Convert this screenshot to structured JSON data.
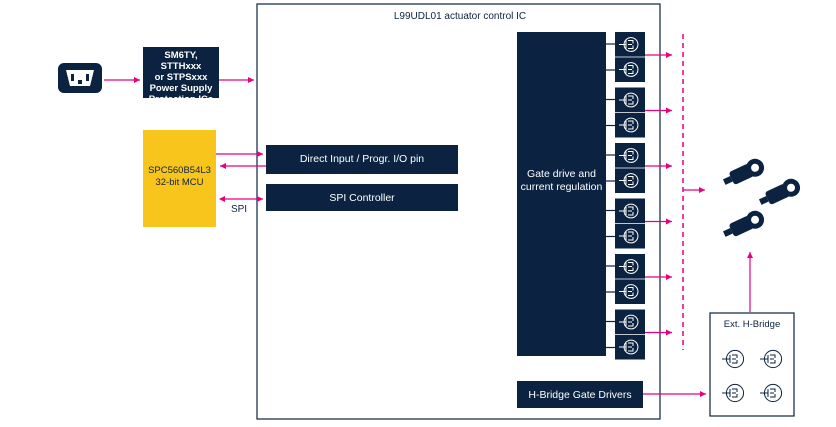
{
  "ic": {
    "title": "L99UDL01 actuator control IC"
  },
  "protection": {
    "lines": [
      "SM6TY, STTHxxx",
      "or STPSxxx",
      "Power Supply",
      "Protection ICs"
    ]
  },
  "mcu": {
    "lines": [
      "SPC560B54L3",
      "32-bit MCU"
    ]
  },
  "spi_label": "SPI",
  "blocks": {
    "direct_input": "Direct Input / Progr. I/O pin",
    "spi_controller": "SPI Controller",
    "gate_drive": [
      "Gate drive and",
      "current regulation"
    ],
    "hbridge_drivers": "H-Bridge Gate Drivers"
  },
  "ext_hbridge": {
    "title": "Ext. H-Bridge"
  },
  "colors": {
    "navy": "#0b2340",
    "magenta": "#e6007e",
    "yellow": "#f8c51c",
    "border": "#0b2340"
  },
  "icons": [
    "power-plug-icon",
    "mosfet-icon",
    "solenoid-valve-icon"
  ]
}
